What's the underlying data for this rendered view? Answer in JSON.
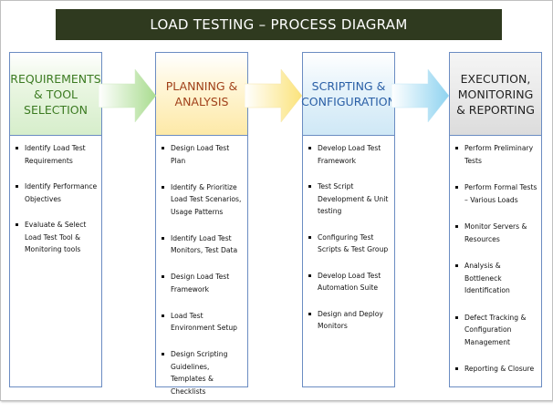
{
  "title": "LOAD TESTING – PROCESS DIAGRAM",
  "colors": {
    "title_bg": "#2f3a1f",
    "col1_header_text": "#3c7b22",
    "col2_header_text": "#a0401a",
    "col3_header_text": "#2a5fa6",
    "col4_header_text": "#222222",
    "border": "#6b8cc2",
    "arrow1": "#a9dc8f",
    "arrow2": "#fbe37a",
    "arrow3": "#8fd3f0"
  },
  "columns": [
    {
      "header": "REQUIREMENTS & TOOL SELECTION",
      "items": [
        "Identify Load Test Requirements",
        "Identify Performance Objectives",
        "Evaluate & Select Load Test Tool & Monitoring tools"
      ]
    },
    {
      "header": "PLANNING & ANALYSIS",
      "items": [
        "Design Load Test Plan",
        "Identify & Prioritize Load Test Scenarios, Usage Patterns",
        "Identify Load Test Monitors, Test Data",
        "Design Load Test Framework",
        "Load Test Environment Setup",
        "Design Scripting Guidelines, Templates & Checklists"
      ]
    },
    {
      "header": "SCRIPTING & CONFIGURATION",
      "items": [
        "Develop Load Test Framework",
        "Test Script Development & Unit testing",
        "Configuring Test Scripts & Test Group",
        "Develop Load Test Automation Suite",
        "Design and Deploy Monitors"
      ]
    },
    {
      "header": "EXECUTION, MONITORING & REPORTING",
      "items": [
        "Perform Preliminary Tests",
        "Perform Formal Tests – Various Loads",
        "Monitor  Servers & Resources",
        "Analysis & Bottleneck Identification",
        "Defect Tracking & Configuration Management",
        "Reporting & Closure"
      ]
    }
  ]
}
